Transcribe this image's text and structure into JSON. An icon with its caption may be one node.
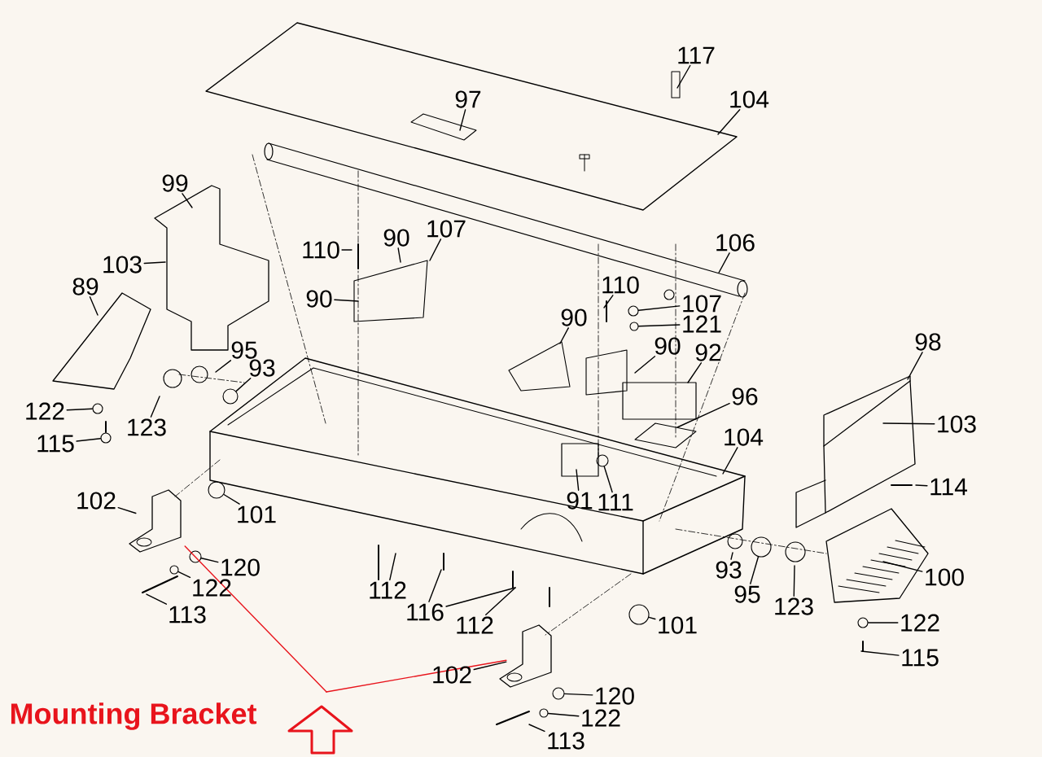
{
  "diagram": {
    "nodes": [
      {
        "text": [
          "97"
        ]
      },
      {
        "text": [
          "117"
        ]
      },
      {
        "text": [
          "104"
        ]
      },
      {
        "text": [
          "99"
        ]
      },
      {
        "text": [
          "110"
        ]
      },
      {
        "text": [
          "90"
        ]
      },
      {
        "text": [
          "107"
        ]
      },
      {
        "text": [
          "103"
        ]
      },
      {
        "text": [
          "106"
        ]
      },
      {
        "text": [
          "89"
        ]
      },
      {
        "text": [
          "90"
        ]
      },
      {
        "text": [
          "110"
        ]
      },
      {
        "text": [
          "107"
        ]
      },
      {
        "text": [
          "121"
        ]
      },
      {
        "text": [
          "90"
        ]
      },
      {
        "text": [
          "90"
        ]
      },
      {
        "text": [
          "92"
        ]
      },
      {
        "text": [
          "95"
        ]
      },
      {
        "text": [
          "93"
        ]
      },
      {
        "text": [
          "98"
        ]
      },
      {
        "text": [
          "96"
        ]
      },
      {
        "text": [
          "122"
        ]
      },
      {
        "text": [
          "123"
        ]
      },
      {
        "text": [
          "115"
        ]
      },
      {
        "text": [
          "103"
        ]
      },
      {
        "text": [
          "104"
        ]
      },
      {
        "text": [
          "111"
        ]
      },
      {
        "text": [
          "91"
        ]
      },
      {
        "text": [
          "114"
        ]
      },
      {
        "text": [
          "102"
        ]
      },
      {
        "text": [
          "101"
        ]
      },
      {
        "text": [
          "120"
        ]
      },
      {
        "text": [
          "122"
        ]
      },
      {
        "text": [
          "113"
        ]
      },
      {
        "text": [
          "100"
        ]
      },
      {
        "text": [
          "112"
        ]
      },
      {
        "text": [
          "116"
        ]
      },
      {
        "text": [
          "112"
        ]
      },
      {
        "text": [
          "93"
        ]
      },
      {
        "text": [
          "95"
        ]
      },
      {
        "text": [
          "123"
        ]
      },
      {
        "text": [
          "101"
        ]
      },
      {
        "text": [
          "122"
        ]
      },
      {
        "text": [
          "115"
        ]
      },
      {
        "text": [
          "102"
        ]
      },
      {
        "text": [
          "120"
        ]
      },
      {
        "text": [
          "122"
        ]
      },
      {
        "text": [
          "113"
        ]
      },
      {
        "text": [],
        "shape": "picture"
      },
      {
        "text": [],
        "shape": "picture"
      },
      {
        "text": [],
        "shape": "circle"
      },
      {
        "text": [],
        "shape": "circle"
      },
      {
        "text": [],
        "shape": "circle"
      },
      {
        "text": [],
        "shape": "circle"
      },
      {
        "text": [],
        "shape": "circle"
      },
      {
        "text": [],
        "shape": "circle"
      },
      {
        "text": [],
        "shape": "circle"
      },
      {
        "text": [],
        "shape": "circle"
      },
      {
        "text": [],
        "shape": "circle"
      },
      {
        "text": [],
        "shape": "circle"
      },
      {
        "text": [],
        "shape": "circle"
      },
      {
        "text": [],
        "shape": "circle"
      },
      {
        "text": [],
        "shape": "circle"
      },
      {
        "text": [],
        "shape": "circle"
      }
    ],
    "edges": [
      {
        "from": 0,
        "to": null,
        "arrow": "none"
      },
      {
        "from": 1,
        "to": null,
        "arrow": "none"
      },
      {
        "from": 2,
        "to": null,
        "arrow": "none"
      },
      {
        "from": 3,
        "to": null,
        "arrow": "none"
      },
      {
        "from": 4,
        "to": null,
        "arrow": "none"
      },
      {
        "from": 5,
        "to": null,
        "arrow": "none"
      },
      {
        "from": 6,
        "to": null,
        "arrow": "none"
      },
      {
        "from": 7,
        "to": null,
        "arrow": "none"
      },
      {
        "from": 8,
        "to": null,
        "arrow": "none"
      },
      {
        "from": 9,
        "to": null,
        "arrow": "none"
      },
      {
        "from": 10,
        "to": null,
        "arrow": "none"
      },
      {
        "from": 11,
        "to": null,
        "arrow": "none"
      },
      {
        "from": 12,
        "to": 59,
        "arrow": "none"
      },
      {
        "from": 13,
        "to": 63,
        "arrow": "none"
      },
      {
        "from": 14,
        "to": null,
        "arrow": "none"
      },
      {
        "from": 15,
        "to": null,
        "arrow": "none"
      },
      {
        "from": 16,
        "to": null,
        "arrow": "none"
      },
      {
        "from": 17,
        "to": null,
        "arrow": "none"
      },
      {
        "from": 18,
        "to": 55,
        "arrow": "none"
      },
      {
        "from": 19,
        "to": null,
        "arrow": "none"
      },
      {
        "from": 20,
        "to": null,
        "arrow": "none"
      },
      {
        "from": 21,
        "to": 50,
        "arrow": "none"
      },
      {
        "from": 22,
        "to": null,
        "arrow": "none"
      },
      {
        "from": 23,
        "to": 51,
        "arrow": "none"
      },
      {
        "from": 24,
        "to": null,
        "arrow": "none"
      },
      {
        "from": 25,
        "to": null,
        "arrow": "none"
      },
      {
        "from": 26,
        "to": 58,
        "arrow": "none"
      },
      {
        "from": 27,
        "to": null,
        "arrow": "none"
      },
      {
        "from": 28,
        "to": null,
        "arrow": "none"
      },
      {
        "from": 29,
        "to": 48,
        "arrow": "none"
      },
      {
        "from": 30,
        "to": 54,
        "arrow": "none"
      },
      {
        "from": 31,
        "to": 53,
        "arrow": "none"
      },
      {
        "from": 32,
        "to": 52,
        "arrow": "none"
      },
      {
        "from": 33,
        "to": null,
        "arrow": "none"
      },
      {
        "from": 34,
        "to": null,
        "arrow": "none"
      },
      {
        "from": 35,
        "to": null,
        "arrow": "none"
      },
      {
        "from": 36,
        "to": null,
        "arrow": "none"
      },
      {
        "from": 36,
        "to": null,
        "arrow": "none"
      },
      {
        "from": 37,
        "to": null,
        "arrow": "none"
      },
      {
        "from": 38,
        "to": null,
        "arrow": "none"
      },
      {
        "from": 39,
        "to": 61,
        "arrow": "none"
      },
      {
        "from": 40,
        "to": null,
        "arrow": "none"
      },
      {
        "from": 41,
        "to": 60,
        "arrow": "none"
      },
      {
        "from": 42,
        "to": 62,
        "arrow": "none"
      },
      {
        "from": 43,
        "to": null,
        "arrow": "none"
      },
      {
        "from": 44,
        "to": 49,
        "arrow": "none"
      },
      {
        "from": 45,
        "to": 57,
        "arrow": "none"
      },
      {
        "from": 46,
        "to": 56,
        "arrow": "none"
      },
      {
        "from": 47,
        "to": null,
        "arrow": "none"
      },
      {
        "from": null,
        "to": 48,
        "arrow": "none",
        "color": "#e8141c"
      },
      {
        "from": null,
        "to": 49,
        "arrow": "none",
        "color": "#e8141c"
      }
    ],
    "labels": [
      "Mounting Bracket"
    ]
  }
}
